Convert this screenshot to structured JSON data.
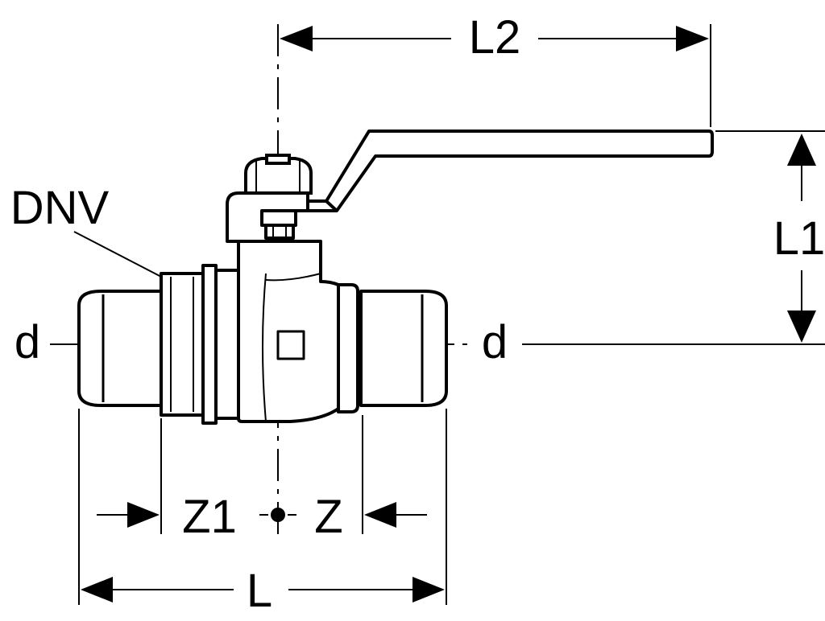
{
  "labels": {
    "l2": "L2",
    "l1": "L1",
    "dnv": "DNV",
    "d_left": "d",
    "d_right": "d",
    "z1": "Z1",
    "z": "Z",
    "l": "L"
  },
  "colors": {
    "line": "#000000",
    "background": "#ffffff"
  }
}
